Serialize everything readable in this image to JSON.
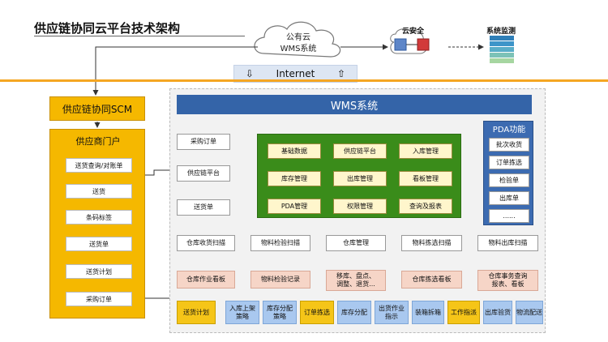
{
  "title": "供应链协同云平台技术架构",
  "cloud": {
    "line1": "公有云",
    "line2": "WMS系统"
  },
  "internet": {
    "label": "Internet"
  },
  "cloud_security": {
    "label": "云安全"
  },
  "system_monitor": {
    "label": "系统监测"
  },
  "scm": {
    "label": "供应链协同SCM"
  },
  "supplier_portal": {
    "title": "供应商门户",
    "items": [
      "送货查询/对账单",
      "送货",
      "条码标签",
      "送货单",
      "送货计划",
      "采购订单"
    ]
  },
  "wms": {
    "title": "WMS系统"
  },
  "left_column": [
    "采购订单",
    "供应链平台",
    "送货单"
  ],
  "core_modules": [
    "基础数据",
    "供应链平台",
    "入库管理",
    "库存管理",
    "出库管理",
    "看板管理",
    "PDA管理",
    "权限管理",
    "查询及报表"
  ],
  "pda": {
    "title": "PDA功能",
    "items": [
      "批次收货",
      "订单拣选",
      "检验单",
      "出库单",
      "......"
    ]
  },
  "process": [
    "仓库收货扫描",
    "物料检验扫描",
    "仓库管理",
    "物料拣选扫描",
    "物料出库扫描"
  ],
  "outputs": [
    {
      "line1": "仓库作业看板",
      "line2": ""
    },
    {
      "line1": "物料检验记录",
      "line2": ""
    },
    {
      "line1": "移库、盘点、",
      "line2": "调整、退货..."
    },
    {
      "line1": "仓库拣选看板",
      "line2": ""
    },
    {
      "line1": "仓库事务查询",
      "line2": "报表、看板"
    }
  ],
  "bottom_chips": [
    {
      "line1": "送货计划",
      "line2": "",
      "color": "yellow"
    },
    {
      "line1": "入库上架",
      "line2": "策略",
      "color": "blue"
    },
    {
      "line1": "库存分配",
      "line2": "策略",
      "color": "blue"
    },
    {
      "line1": "订单拣选",
      "line2": "",
      "color": "yellow"
    },
    {
      "line1": "库存分配",
      "line2": "",
      "color": "blue"
    },
    {
      "line1": "出货作业",
      "line2": "指示",
      "color": "blue"
    },
    {
      "line1": "装箱拆箱",
      "line2": "",
      "color": "blue"
    },
    {
      "line1": "工作指派",
      "line2": "",
      "color": "yellow"
    },
    {
      "line1": "出库验货",
      "line2": "",
      "color": "blue"
    },
    {
      "line1": "物流配送",
      "line2": "",
      "color": "blue"
    }
  ],
  "colors": {
    "accent_blue": "#3464a8",
    "orange": "#f5a623",
    "yellow": "#f5b800",
    "green": "#3a8c1a",
    "pink": "#f6d5c7",
    "chip_blue": "#a9c8ef"
  }
}
